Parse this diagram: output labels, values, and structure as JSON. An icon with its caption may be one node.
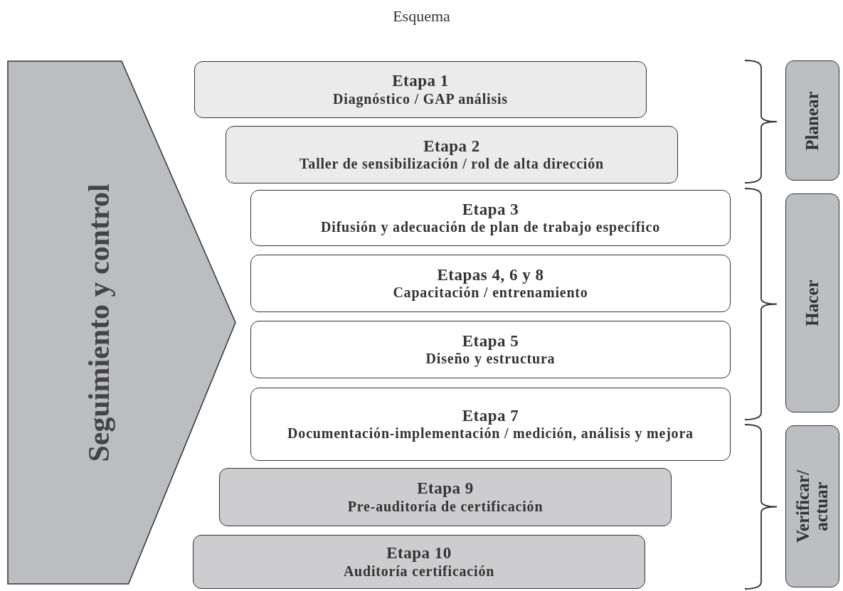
{
  "diagram": {
    "title": "Esquema",
    "nodes": [
      {
        "text": [
          "Seguimiento y control"
        ]
      },
      {
        "text": [
          "Etapa 1",
          "Diagnóstico / GAP análisis"
        ]
      },
      {
        "text": [
          "Etapa 2",
          "Taller de sensibilización / rol de alta dirección"
        ]
      },
      {
        "text": [
          "Etapa 3",
          "Difusión y adecuación de plan de trabajo específico"
        ]
      },
      {
        "text": [
          "Etapas 4, 6 y 8",
          "Capacitación / entrenamiento"
        ]
      },
      {
        "text": [
          "Etapa 5",
          "Diseño y estructura"
        ]
      },
      {
        "text": [
          "Etapa 7",
          "Documentación-implementación / medición, análisis y mejora"
        ]
      },
      {
        "text": [
          "Etapa 9",
          "Pre-auditoría de certificación"
        ]
      },
      {
        "text": [
          "Etapa 10",
          "Auditoría certificación"
        ]
      },
      {
        "text": [
          "Planear"
        ]
      },
      {
        "text": [
          "Hacer"
        ]
      },
      {
        "text": [
          "Verificar/ actuar"
        ]
      }
    ]
  }
}
